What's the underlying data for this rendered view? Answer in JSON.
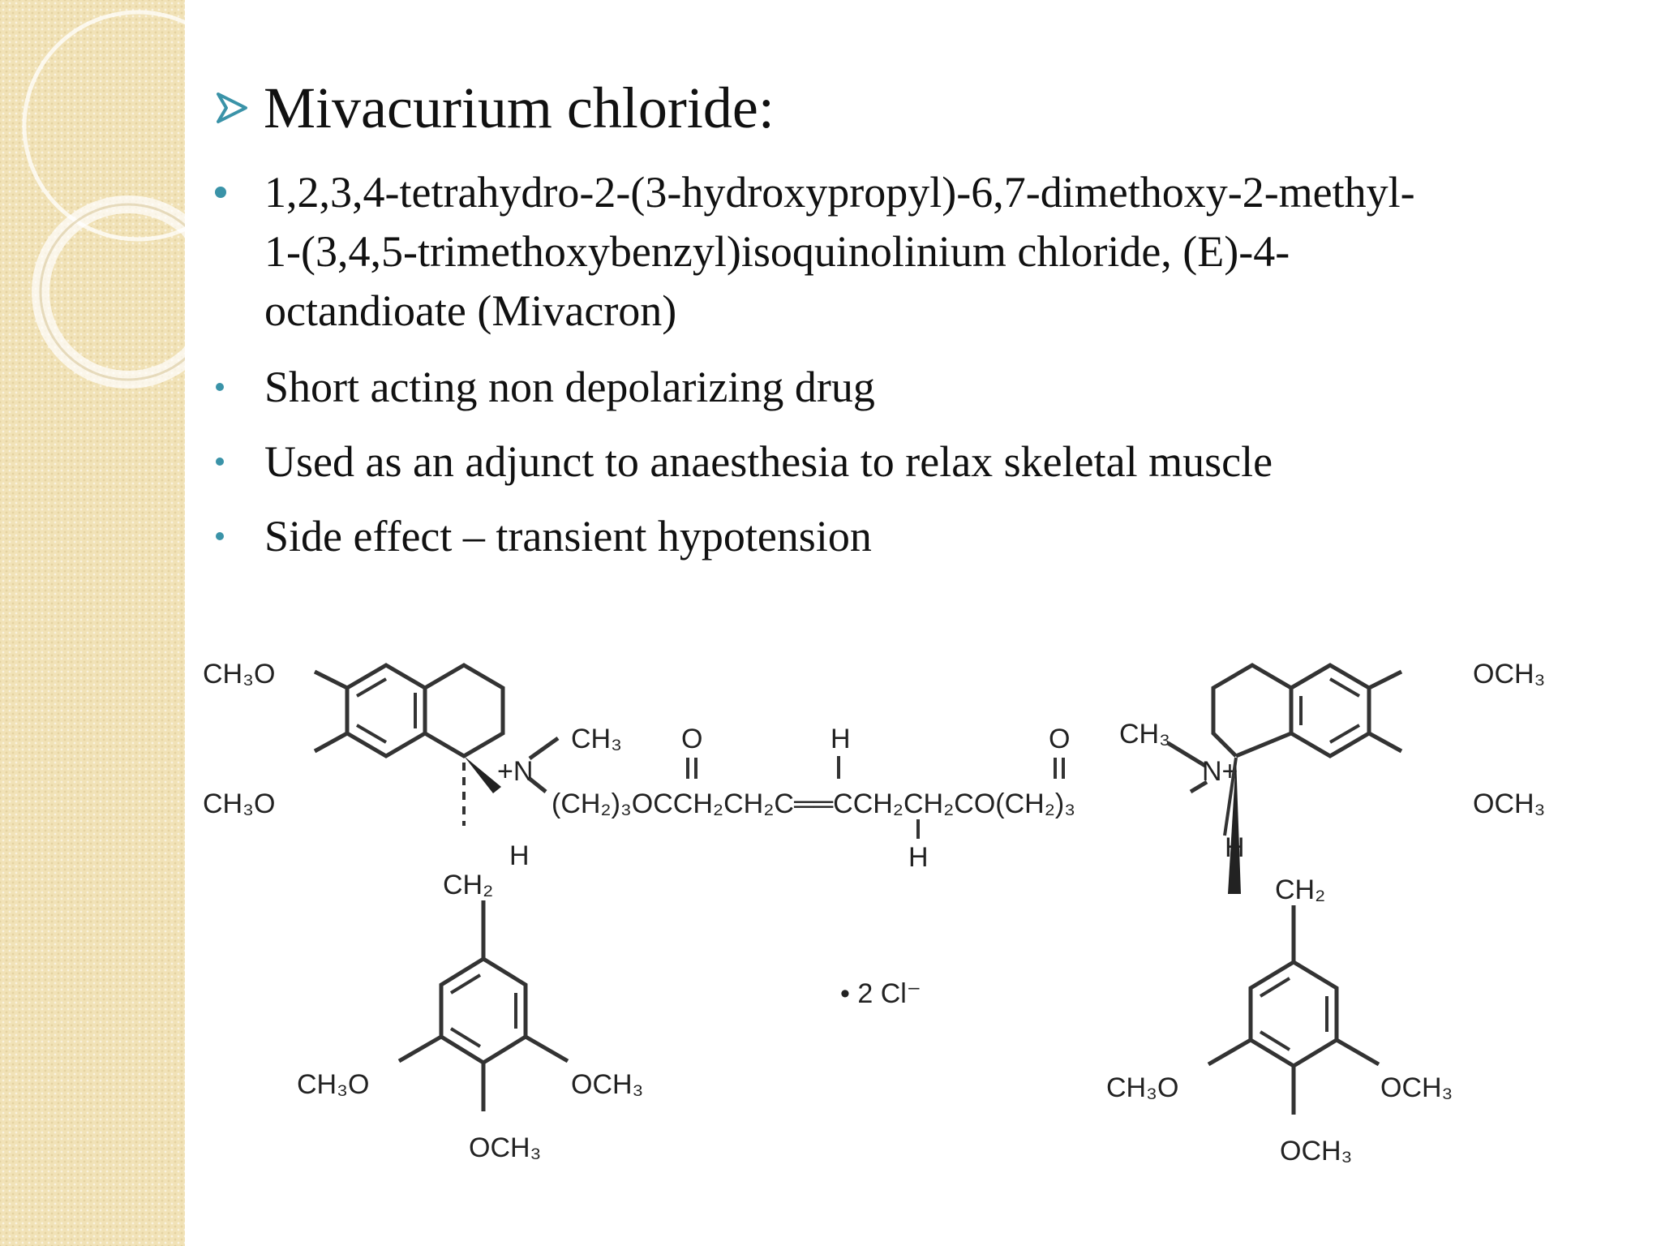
{
  "slide": {
    "title": "Mivacurium chloride:",
    "bullets": [
      {
        "line1": "1,2,3,4-tetrahydro-2-(3-hydroxypropyl)-6,7-dimethoxy-2-methyl-",
        "line2": "1-(3,4,5-trimethoxybenzyl)isoquinolinium chloride, (E)-4-",
        "line3": "octandioate (Mivacron)"
      },
      {
        "text": "Short acting non depolarizing drug"
      },
      {
        "text": "Used as an adjunct to anaesthesia to relax skeletal muscle"
      },
      {
        "text": "Side effect – transient hypotension"
      }
    ]
  },
  "structure": {
    "methoxy_ch3o": "CH₃O",
    "methoxy_och3": "OCH₃",
    "methyl": "CH₃",
    "methylene": "CH₂",
    "n_plus_left": "+N",
    "n_plus_right": "N+",
    "hydrogen": "H",
    "oxygen": "O",
    "chain": "(CH₂)₃OCCH₂CH₂C══CCH₂CH₂CO(CH₂)₃",
    "counterion": "• 2 Cl⁻"
  }
}
